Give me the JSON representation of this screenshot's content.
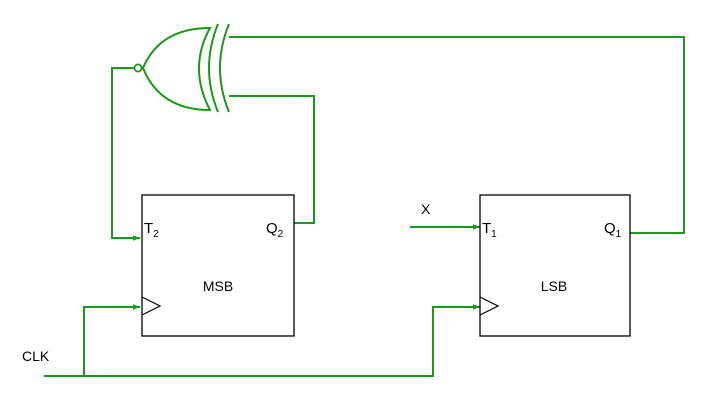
{
  "colors": {
    "wire": "#1a9a1a",
    "box": "#000000",
    "background": "#ffffff"
  },
  "flipflops": {
    "msb": {
      "name": "MSB",
      "input": {
        "base": "T",
        "sub": "2"
      },
      "output": {
        "base": "Q",
        "sub": "2"
      }
    },
    "lsb": {
      "name": "LSB",
      "input": {
        "base": "T",
        "sub": "1"
      },
      "output": {
        "base": "Q",
        "sub": "1"
      }
    }
  },
  "signals": {
    "clock": "CLK",
    "x": "X"
  },
  "gate": {
    "type": "XNOR"
  }
}
